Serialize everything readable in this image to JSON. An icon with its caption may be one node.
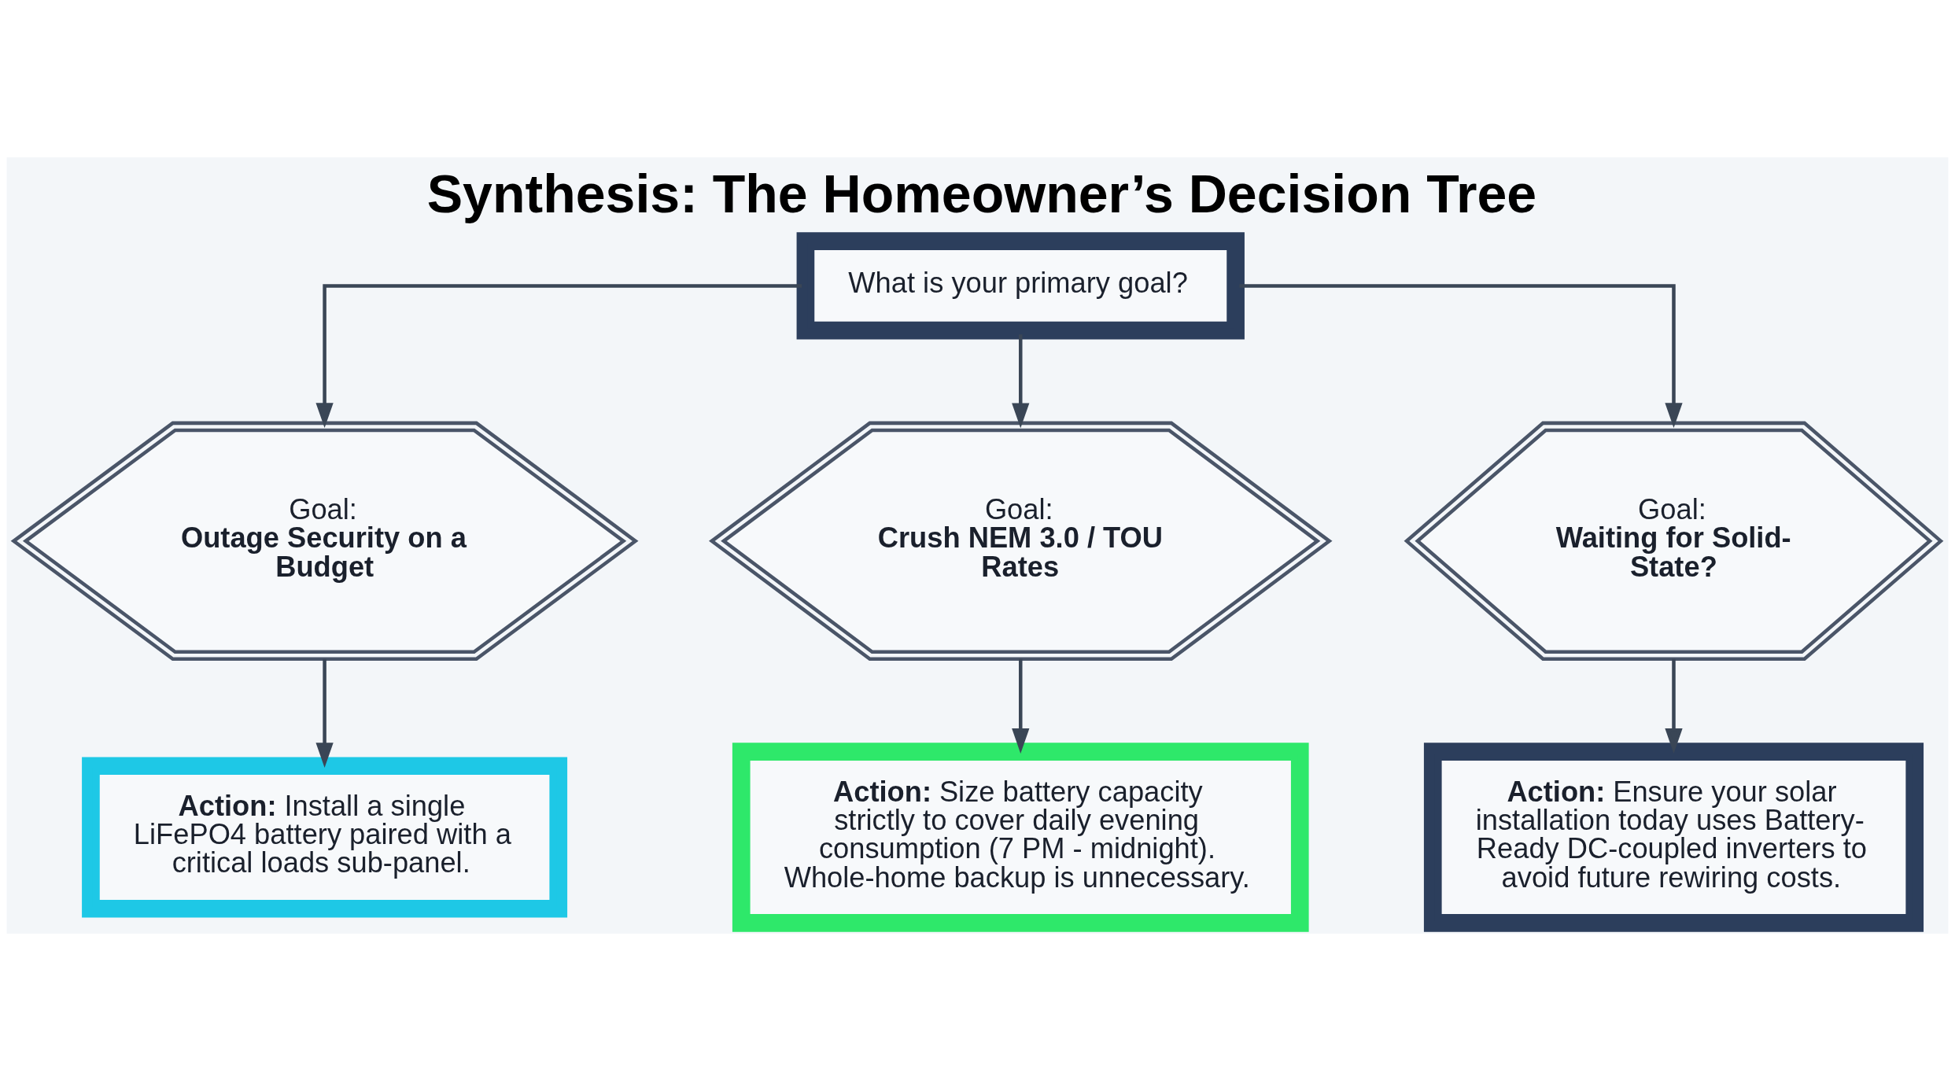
{
  "diagram": {
    "title": "Synthesis: The Homeowner’s Decision Tree",
    "nodes": [
      {
        "text": [
          "What is your primary goal?"
        ]
      },
      {
        "text": [
          "Goal:",
          "**Outage Security on a Budget**"
        ]
      },
      {
        "text": [
          "Goal:",
          "**Crush NEM 3.0 / TOU Rates**"
        ]
      },
      {
        "text": [
          "Goal:",
          "**Waiting for Solid-State?**"
        ]
      },
      {
        "text": [
          "**Action:** Install a single LiFePO4 battery paired with a critical loads sub-panel."
        ]
      },
      {
        "text": [
          "**Action:** Size battery capacity strictly to cover daily evening consumption (7 PM - midnight). Whole-home backup is unnecessary."
        ]
      },
      {
        "text": [
          "**Action:** Ensure your solar installation today uses Battery-Ready DC-coupled inverters to avoid future rewiring costs."
        ]
      }
    ],
    "edges": [
      {
        "from": 0,
        "to": 1,
        "arrow": "to"
      },
      {
        "from": 0,
        "to": 2,
        "arrow": "to"
      },
      {
        "from": 0,
        "to": 3,
        "arrow": "to"
      },
      {
        "from": 1,
        "to": 4,
        "arrow": "to"
      },
      {
        "from": 2,
        "to": 5,
        "arrow": "to"
      },
      {
        "from": 3,
        "to": 6,
        "arrow": "to"
      }
    ]
  }
}
